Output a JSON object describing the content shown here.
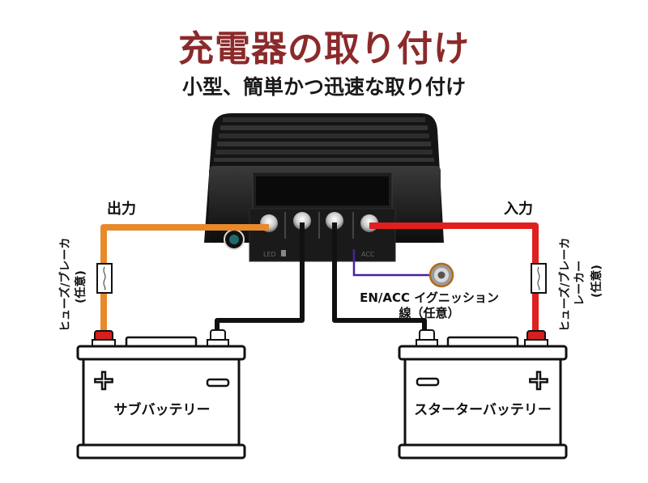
{
  "header": {
    "title": "充電器の取り付け",
    "subtitle": "小型、簡単かつ迅速な取り付け"
  },
  "labels": {
    "output": "出力",
    "input": "入力",
    "fuse_left": "ヒューズ/ブレーカ",
    "fuse_left_optional": "(任意)",
    "fuse_right_line1": "ヒューズ/ブレーカ",
    "fuse_right_line2": "レーカー",
    "fuse_right_optional": "(任意)",
    "ignition_line1": "EN/ACC イグニッション",
    "ignition_line2": "線（任意）",
    "device_led": "LED",
    "device_acc": "ACC"
  },
  "batteries": {
    "left": {
      "name": "サブバッテリー",
      "plus": "+",
      "minus": "−"
    },
    "right": {
      "name": "スターターバッテリー",
      "plus": "+",
      "minus": "−"
    }
  },
  "colors": {
    "title": "#8b2a2a",
    "output_wire": "#e8892b",
    "input_wire": "#e02020",
    "ground_wire": "#111111",
    "ignition_wire": "#4b1fa0",
    "terminal_red": "#d61f1f"
  }
}
